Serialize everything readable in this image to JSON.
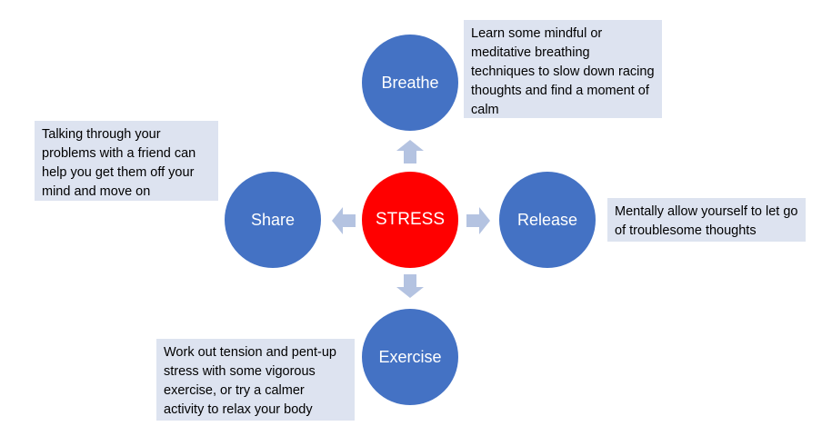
{
  "diagram": {
    "center": {
      "label": "STRESS",
      "color": "#ff0000"
    },
    "nodes": {
      "breathe": {
        "label": "Breathe",
        "note": "Learn some mindful or meditative breathing techniques to slow down racing thoughts and find a moment of calm"
      },
      "share": {
        "label": "Share",
        "note": "Talking through your problems with a friend can help you get them off your mind and move on"
      },
      "release": {
        "label": "Release",
        "note": "Mentally allow yourself to let go of troublesome thoughts"
      },
      "exercise": {
        "label": "Exercise",
        "note": "Work out tension and pent-up stress with some vigorous exercise, or try a calmer activity to relax your body"
      }
    },
    "colors": {
      "node": "#4472c4",
      "arrow": "#b4c3e1",
      "note_background": "#dde3f0"
    },
    "arrow_icon": "block-arrow"
  }
}
